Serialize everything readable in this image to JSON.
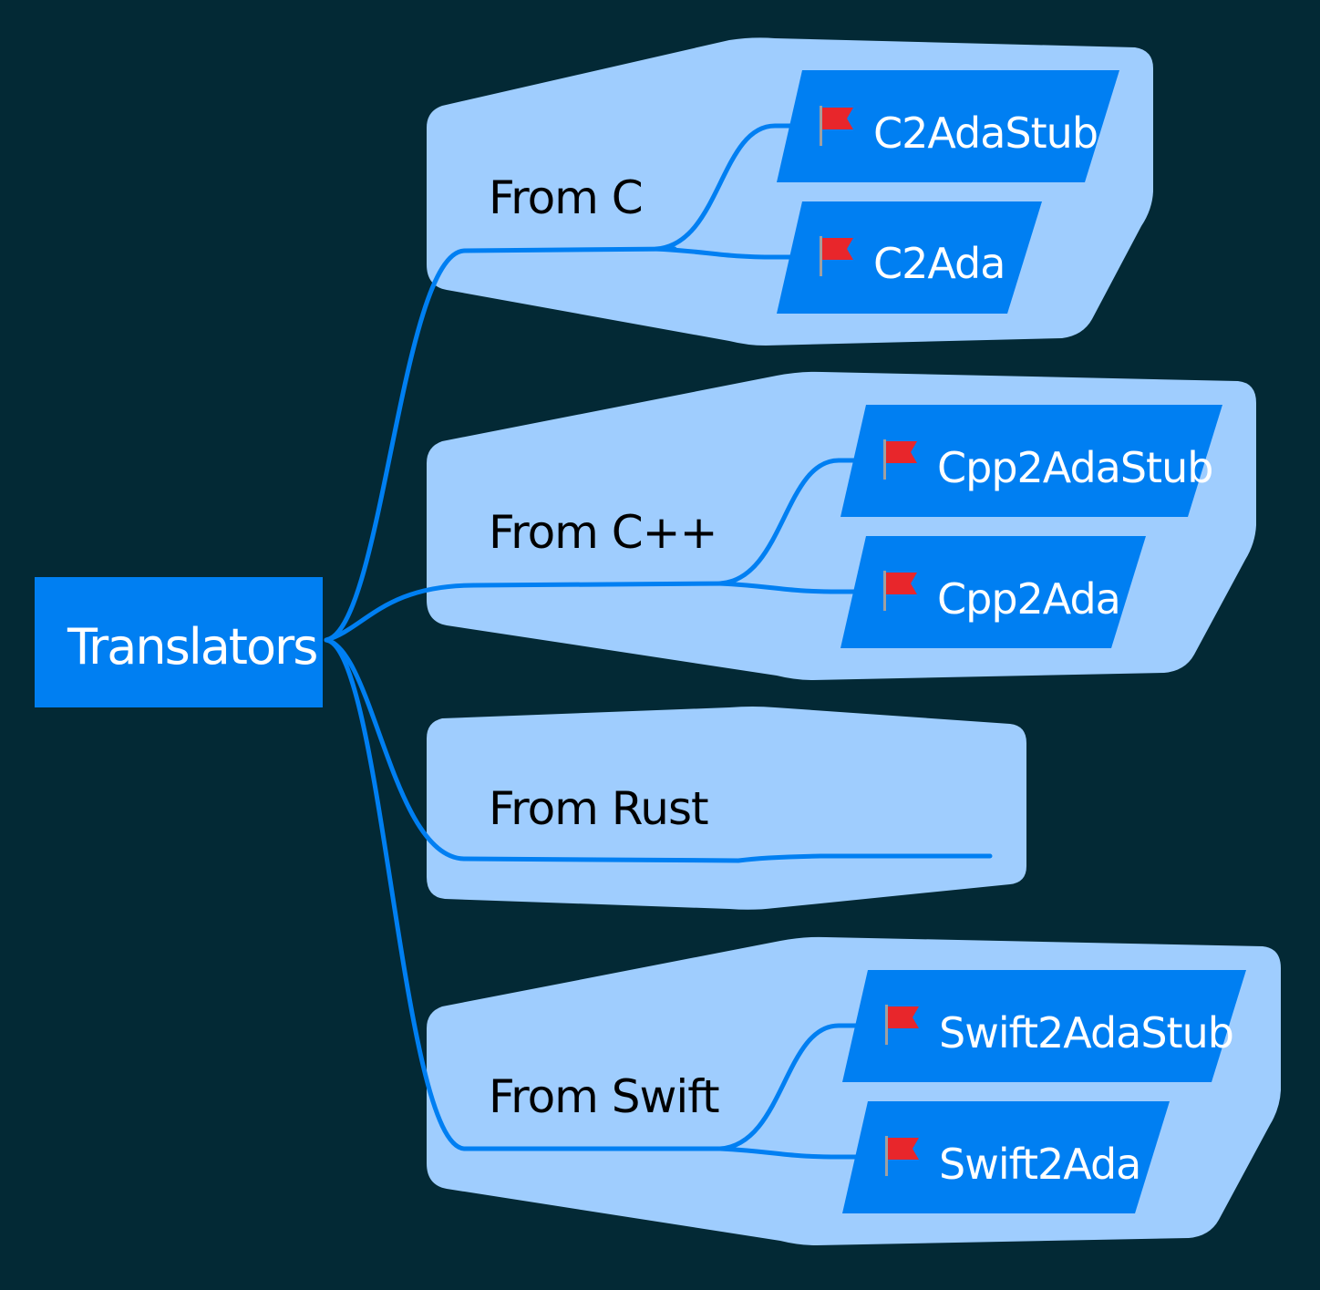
{
  "diagram": {
    "type": "mindmap",
    "colors": {
      "background": "#032935",
      "group_fill": "#9fcdfe",
      "node_fill": "#007ff2",
      "edge": "#007ff2",
      "group_text": "#000000",
      "node_text": "#ffffff"
    },
    "root": {
      "label": "Translators"
    },
    "groups": [
      {
        "label": "From C",
        "children": [
          {
            "label": "C2AdaStub",
            "icon": "red-flag-icon"
          },
          {
            "label": "C2Ada",
            "icon": "red-flag-icon"
          }
        ]
      },
      {
        "label": "From C++",
        "children": [
          {
            "label": "Cpp2AdaStub",
            "icon": "red-flag-icon"
          },
          {
            "label": "Cpp2Ada",
            "icon": "red-flag-icon"
          }
        ]
      },
      {
        "label": "From Rust",
        "children": []
      },
      {
        "label": "From Swift",
        "children": [
          {
            "label": "Swift2AdaStub",
            "icon": "red-flag-icon"
          },
          {
            "label": "Swift2Ada",
            "icon": "red-flag-icon"
          }
        ]
      }
    ]
  }
}
